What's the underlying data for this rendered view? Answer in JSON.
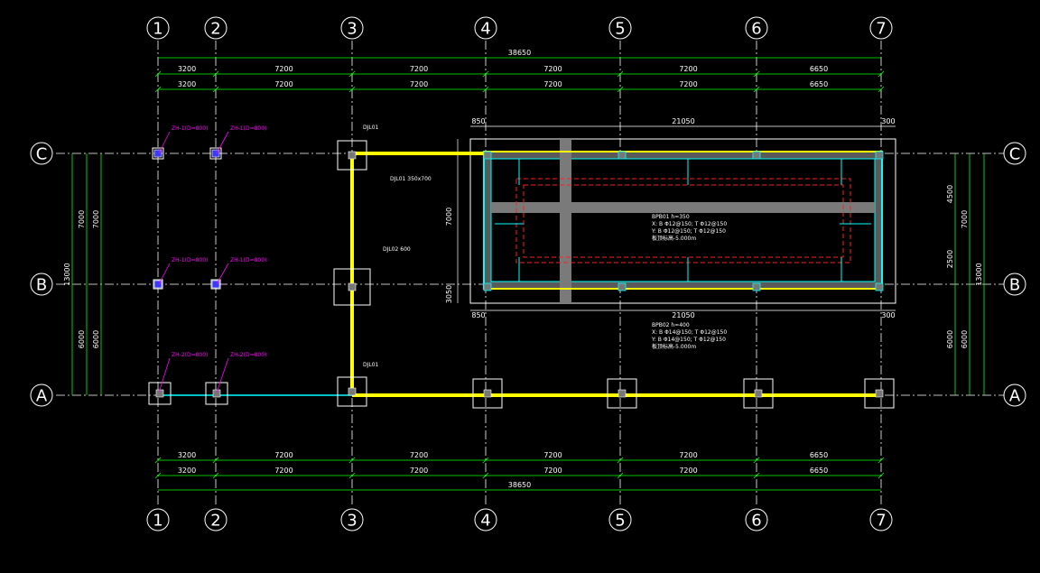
{
  "colors": {
    "background": "#000000",
    "grid_line": "#ffffff",
    "dimension": "#00ff00",
    "beam": "#ffff00",
    "foundation_outline": "#ffffff",
    "slab_pattern": "#7a7a7a",
    "rebar": "#00ffff",
    "magenta_label": "#ff00ff",
    "red_dashed": "#ff2020"
  },
  "grid_columns": {
    "top": [
      "1",
      "2",
      "3",
      "4",
      "5",
      "6",
      "7"
    ],
    "bottom": [
      "1",
      "2",
      "3",
      "4",
      "5",
      "6",
      "7"
    ]
  },
  "grid_rows": {
    "left": [
      "C",
      "B",
      "A"
    ],
    "right": [
      "C",
      "B",
      "A"
    ]
  },
  "dimensions": {
    "total_top": "38650",
    "total_bottom": "38650",
    "top_row1": [
      "3200",
      "7200",
      "7200",
      "7200",
      "7200",
      "6650"
    ],
    "top_row2": [
      "3200",
      "7200",
      "7200",
      "7200",
      "7200",
      "6650"
    ],
    "bottom_row1": [
      "3200",
      "7200",
      "7200",
      "7200",
      "7200",
      "6650"
    ],
    "bottom_row2": [
      "3200",
      "7200",
      "7200",
      "7200",
      "7200",
      "6650"
    ],
    "left_outer": "13000",
    "left_mid_upper": "7000",
    "left_inner_upper": "7000",
    "left_mid_lower": "6000",
    "left_inner_lower": "6000",
    "right_outer": "13000",
    "right_mid_upper": "7000",
    "right_inner_upper": "4500",
    "right_inner_mid": "2500",
    "right_mid_lower": "6000",
    "right_inner_lower": "6000"
  },
  "pool": {
    "top_left_dim": "850",
    "top_width": "21050",
    "top_right_dim": "300",
    "bottom_left_dim": "850",
    "bottom_width": "21050",
    "bottom_right_dim": "300",
    "left_height": "7000",
    "left_lower": "3050",
    "center_notes": [
      "BPB01 h=350",
      "X: B Φ12@150; T Φ12@150",
      "Y: B Φ12@150; T Φ12@150",
      "板顶标高-5.000m"
    ],
    "lower_notes": [
      "BPB02 h=400",
      "X: B Φ14@150; T Φ12@150",
      "Y: B Φ14@150; T Φ12@150",
      "板顶标高-5.000m"
    ]
  },
  "column_tags": {
    "c1": "ZH-1(D=800)",
    "c2": "ZH-1(D=800)",
    "b1": "ZH-1(D=800)",
    "b2": "ZH-1(D=800)",
    "a1": "ZH-2(D=800)",
    "a2": "ZH-2(D=800)"
  },
  "beam_tags": {
    "djl": "DJL01",
    "djl_spec": "DJL01 350x700",
    "djl_b": "DJL02 600",
    "djl_a": "DJL01"
  }
}
